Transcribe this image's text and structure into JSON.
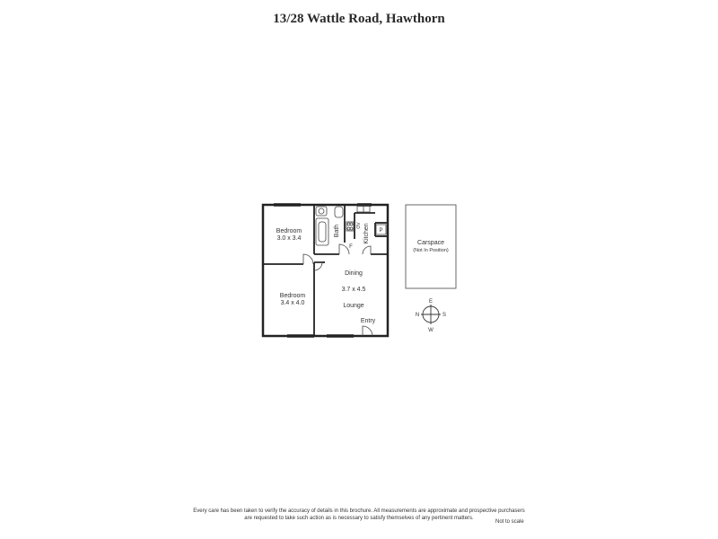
{
  "title": "13/28 Wattle Road, Hawthorn",
  "rooms": {
    "bedroom1": {
      "name": "Bedroom",
      "dims": "3.0 x 3.4"
    },
    "bedroom2": {
      "name": "Bedroom",
      "dims": "3.4 x 4.0"
    },
    "bath": "Bath",
    "kitchen": "Kitchen",
    "dining": "Dining",
    "living_dims": "3.7 x 4.5",
    "lounge": "Lounge",
    "entry": "Entry",
    "fridge_mark": "F",
    "pantry_mark": "P",
    "oven_mark": "OV"
  },
  "carspace": {
    "name": "Carspace",
    "note": "(Not In Position)"
  },
  "compass": {
    "n": "N",
    "e": "E",
    "s": "S",
    "w": "W"
  },
  "disclaimer": {
    "line1": "Every care has been taken to verify the accuracy of details in this brochure.  All measurements are approximate and prospective purchasers",
    "line2": "are requested to take such action as is necessary to satisfy themselves of any pertinent matters."
  },
  "scale_note": "Not to scale"
}
